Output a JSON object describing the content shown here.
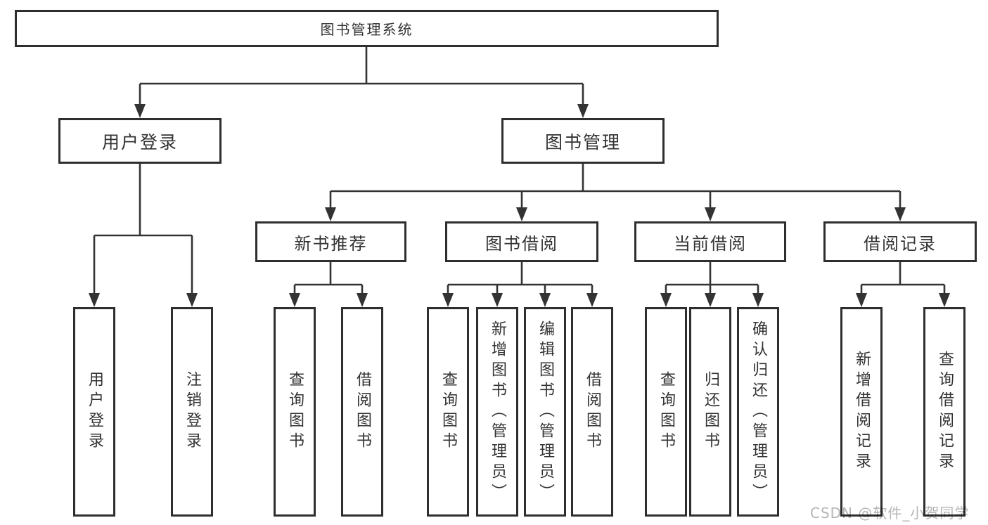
{
  "diagram": {
    "root_label": "图书管理系统",
    "user_login": {
      "label": "用户登录",
      "children": [
        "用户登录",
        "注销登录"
      ]
    },
    "book_management": {
      "label": "图书管理",
      "sections": {
        "new_book_recommend": {
          "label": "新书推荐",
          "children": [
            "查询图书",
            "借阅图书"
          ]
        },
        "book_borrow": {
          "label": "图书借阅",
          "children": [
            "查询图书",
            "新增图书（管理员）",
            "编辑图书（管理员）",
            "借阅图书"
          ]
        },
        "current_borrow": {
          "label": "当前借阅",
          "children": [
            "查询图书",
            "归还图书",
            "确认归还（管理员）"
          ]
        },
        "borrow_records": {
          "label": "借阅记录",
          "children": [
            "新增借阅记录",
            "查询借阅记录"
          ]
        }
      }
    }
  },
  "watermark": "CSDN @软件_小贺同学",
  "colors": {
    "line": "#333333",
    "box_border": "#2e2e2e",
    "text": "#333333",
    "watermark": "#b5b5b5",
    "background": "#ffffff"
  }
}
